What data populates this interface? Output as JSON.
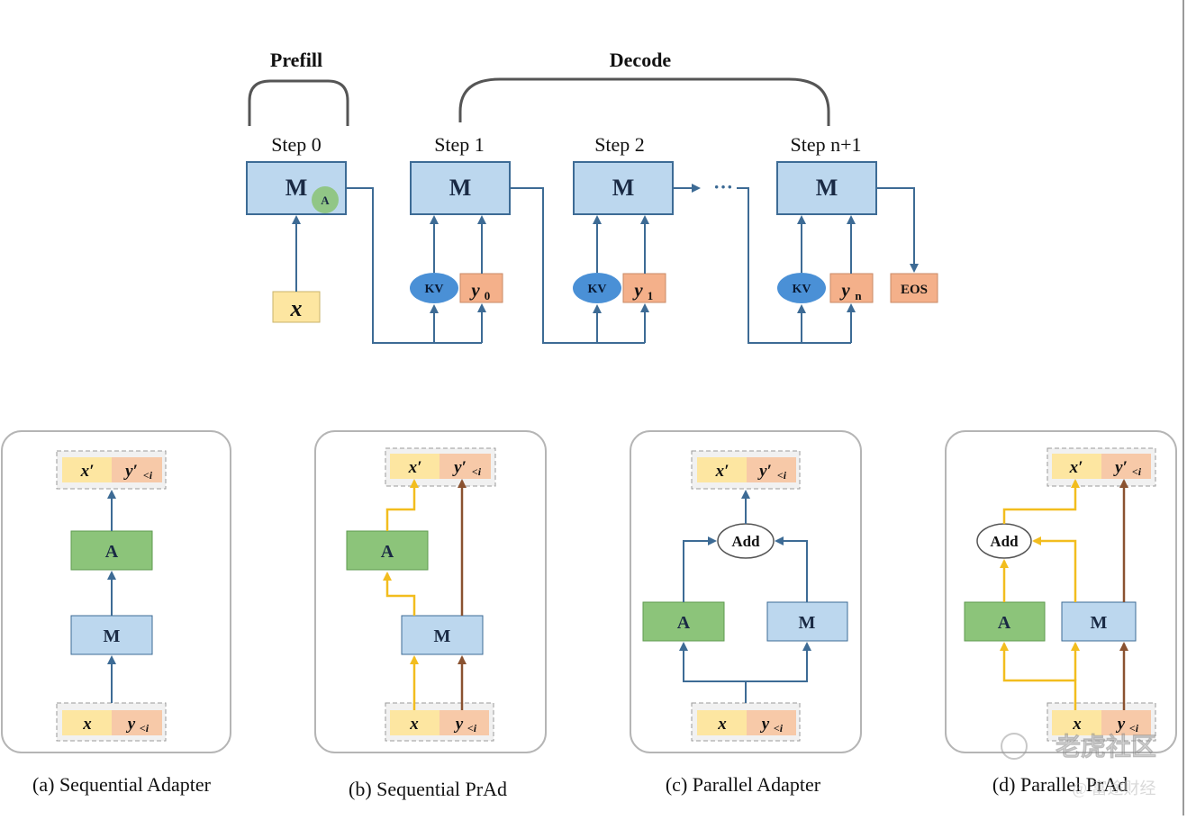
{
  "top": {
    "prefill_label": "Prefill",
    "decode_label": "Decode",
    "steps": [
      "Step 0",
      "Step 1",
      "Step 2",
      "Step n+1"
    ],
    "model_label": "M",
    "adapter_badge": "A",
    "input_label": "x",
    "kv_label": "KV",
    "outputs": [
      {
        "base": "y",
        "sub": "0"
      },
      {
        "base": "y",
        "sub": "1"
      },
      {
        "base": "y",
        "sub": "n"
      }
    ],
    "ellipsis": "···",
    "eos_label": "EOS"
  },
  "panels": [
    {
      "caption": "(a) Sequential Adapter"
    },
    {
      "caption": "(b) Sequential PrAd"
    },
    {
      "caption": "(c) Parallel Adapter"
    },
    {
      "caption": "(d) Parallel PrAd"
    }
  ],
  "common": {
    "x_prime": "x′",
    "y_prime": "y′",
    "x": "x",
    "y": "y",
    "lt_i": "<i",
    "A": "A",
    "M": "M",
    "Add": "Add"
  },
  "watermark": {
    "line1": "老虎社区",
    "line2": "@ 富途财经"
  },
  "colors": {
    "blue_box": "#bcd7ee",
    "blue_stroke": "#3d6b95",
    "green_box": "#8cc47a",
    "yellow_box": "#fde6a1",
    "orange_box": "#f4b08a",
    "kv_fill": "#4a90d6",
    "arrow_blue": "#3d6b95",
    "arrow_yellow": "#f2bd1e",
    "arrow_brown": "#8a5230"
  }
}
